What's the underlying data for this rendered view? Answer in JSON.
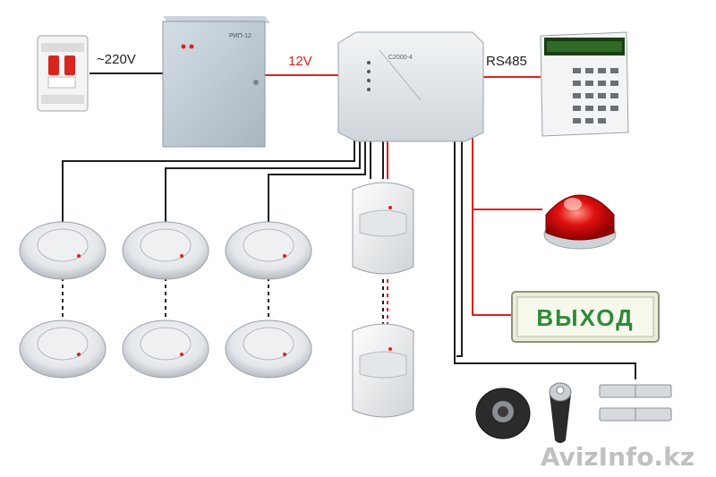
{
  "labels": {
    "ac_voltage": "~220V",
    "dc_voltage": "12V",
    "bus": "RS485"
  },
  "devices": {
    "power_supply_mark": "РИП-12",
    "controller_mark": "С2000-4",
    "exit_sign_text": "ВЫХОД"
  },
  "watermark": "AvizInfo.kz",
  "colors": {
    "power_wire": "#e0201c",
    "signal_wire": "#1e1e1e",
    "label_red": "#e0201c",
    "exit_sign_text": "#2f8a3a",
    "box_gray": "#b8c4cc"
  }
}
